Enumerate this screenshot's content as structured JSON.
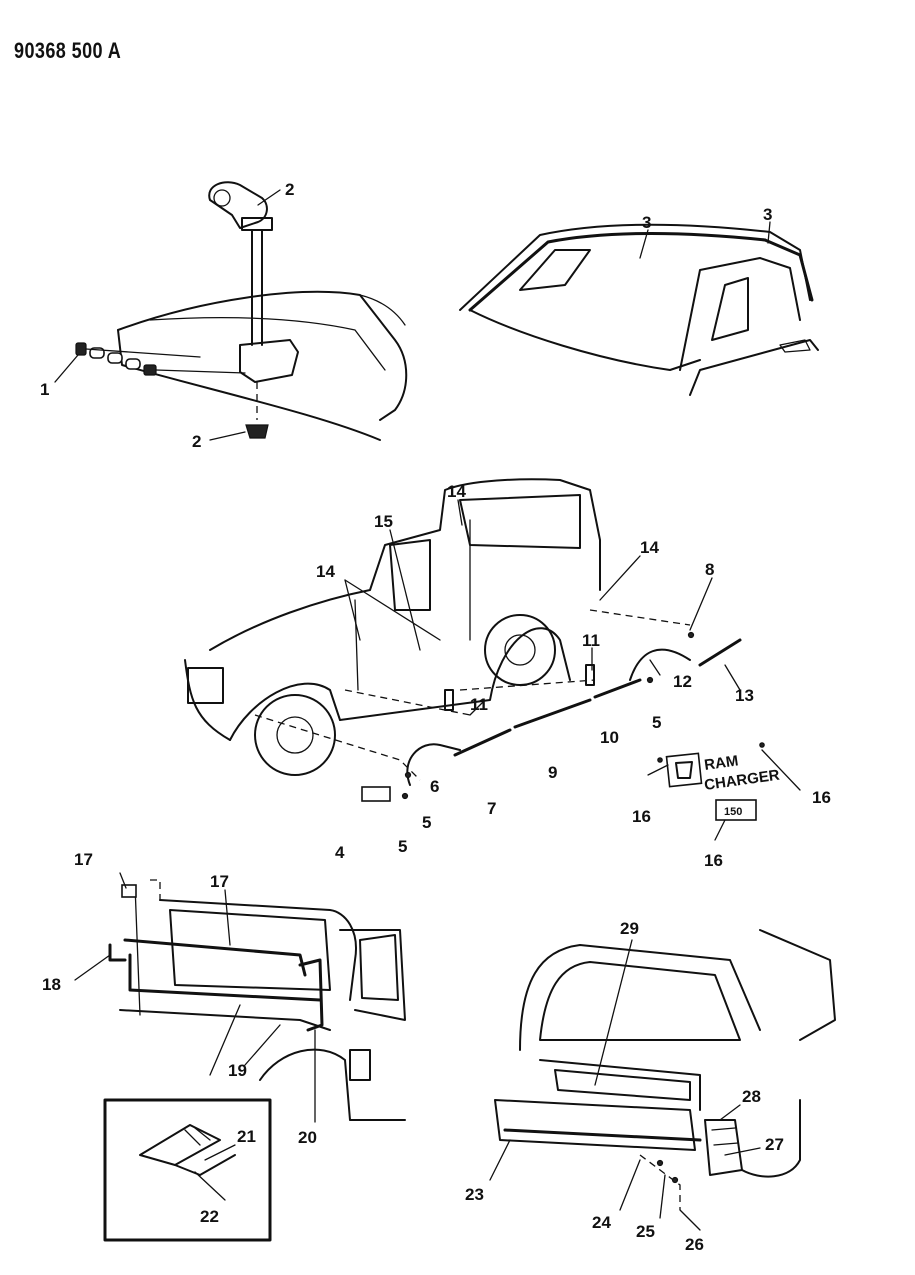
{
  "document_id": "90368 500 A",
  "badges": {
    "ram": "RAM",
    "charger": "CHARGER",
    "model": "150"
  },
  "callouts": [
    {
      "id": "c1",
      "text": "1"
    },
    {
      "id": "c2a",
      "text": "2"
    },
    {
      "id": "c2b",
      "text": "2"
    },
    {
      "id": "c3a",
      "text": "3"
    },
    {
      "id": "c3b",
      "text": "3"
    },
    {
      "id": "c4",
      "text": "4"
    },
    {
      "id": "c5a",
      "text": "5"
    },
    {
      "id": "c5b",
      "text": "5"
    },
    {
      "id": "c5c",
      "text": "5"
    },
    {
      "id": "c6",
      "text": "6"
    },
    {
      "id": "c7",
      "text": "7"
    },
    {
      "id": "c8",
      "text": "8"
    },
    {
      "id": "c9",
      "text": "9"
    },
    {
      "id": "c10",
      "text": "10"
    },
    {
      "id": "c11a",
      "text": "11"
    },
    {
      "id": "c11b",
      "text": "11"
    },
    {
      "id": "c12",
      "text": "12"
    },
    {
      "id": "c13",
      "text": "13"
    },
    {
      "id": "c14a",
      "text": "14"
    },
    {
      "id": "c14b",
      "text": "14"
    },
    {
      "id": "c14c",
      "text": "14"
    },
    {
      "id": "c15",
      "text": "15"
    },
    {
      "id": "c16a",
      "text": "16"
    },
    {
      "id": "c16b",
      "text": "16"
    },
    {
      "id": "c16c",
      "text": "16"
    },
    {
      "id": "c17a",
      "text": "17"
    },
    {
      "id": "c17b",
      "text": "17"
    },
    {
      "id": "c18",
      "text": "18"
    },
    {
      "id": "c19",
      "text": "19"
    },
    {
      "id": "c20",
      "text": "20"
    },
    {
      "id": "c21",
      "text": "21"
    },
    {
      "id": "c22",
      "text": "22"
    },
    {
      "id": "c23",
      "text": "23"
    },
    {
      "id": "c24",
      "text": "24"
    },
    {
      "id": "c25",
      "text": "25"
    },
    {
      "id": "c26",
      "text": "26"
    },
    {
      "id": "c27",
      "text": "27"
    },
    {
      "id": "c28",
      "text": "28"
    },
    {
      "id": "c29",
      "text": "29"
    }
  ]
}
